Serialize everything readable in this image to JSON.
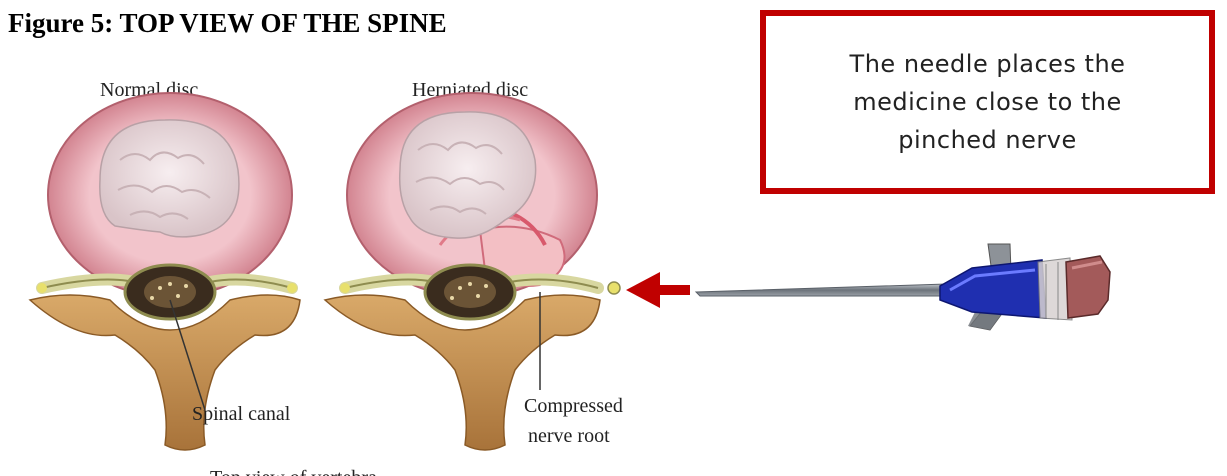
{
  "figure": {
    "title": "Figure 5: TOP VIEW OF THE SPINE"
  },
  "callout": {
    "text": "The needle places the medicine close to the pinched nerve",
    "border_color": "#c00000"
  },
  "illustration": {
    "normal_label": "Normal disc",
    "herniated_label": "Herniated disc",
    "spinal_canal_label": "Spinal canal",
    "compressed_label_line1": "Compressed",
    "compressed_label_line2": "nerve root",
    "cut_caption": "Top view of vertebra"
  },
  "colors": {
    "arrow": "#c00000",
    "disc_ring": "#e8a4ae",
    "nucleus": "#e9dadd",
    "bone": "#c8934e",
    "needle_hub": "#1f2fb0",
    "needle_cap": "#a35a5a"
  },
  "icons": [
    "arrow-left-icon",
    "spinal-needle-icon"
  ]
}
